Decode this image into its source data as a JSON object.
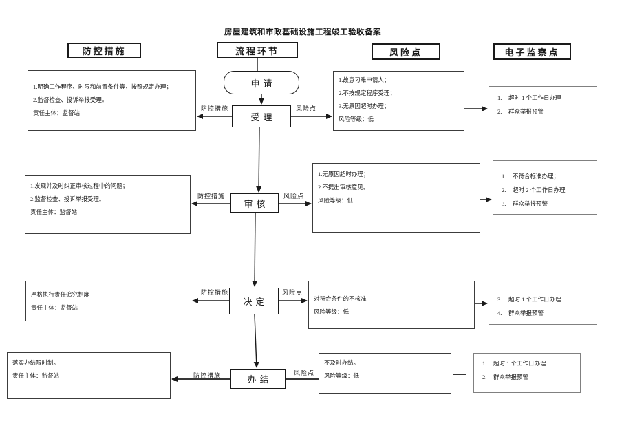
{
  "title": "房屋建筑和市政基础设施工程竣工验收备案",
  "headers": {
    "control": "防控措施",
    "process": "流程环节",
    "risk": "风险点",
    "monitor": "电子监察点"
  },
  "arrow_labels": {
    "control": "防控措施",
    "risk": "风险点"
  },
  "flow_nodes": {
    "apply": "申请",
    "accept": "受理",
    "review": "审核",
    "decide": "决定",
    "close": "办结"
  },
  "control_boxes": [
    {
      "lines": [
        "1.明确工作程序、时限和前置条件等，按照规定办理；",
        "2.监督检查、投诉举报受理。",
        "责任主体：监督站"
      ]
    },
    {
      "lines": [
        "1.发现并及时纠正审核过程中的问题；",
        "2.监督检查、投诉举报受理。",
        "责任主体：监督站"
      ]
    },
    {
      "lines": [
        "严格执行责任追究制度",
        "责任主体：监督站"
      ]
    },
    {
      "lines": [
        "落实办结限时制。",
        "责任主体：监督站"
      ]
    }
  ],
  "risk_boxes": [
    {
      "lines": [
        "1.故意刁难申请人；",
        "2.不按规定程序受理；",
        "3.无原因超时办理；",
        "风险等级：低"
      ]
    },
    {
      "lines": [
        "1.无原因超时办理；",
        "2.不提出审核意见。",
        "风险等级：低"
      ]
    },
    {
      "lines": [
        "对符合条件的不核准",
        "风险等级：低"
      ]
    },
    {
      "lines": [
        "不及时办结。",
        "风险等级：低"
      ]
    }
  ],
  "monitor_boxes": [
    {
      "items": [
        {
          "n": "1.",
          "t": "超时 1 个工作日办理"
        },
        {
          "n": "2.",
          "t": "群众举报预警"
        }
      ]
    },
    {
      "items": [
        {
          "n": "1.",
          "t": "不符合标准办理；"
        },
        {
          "n": "2.",
          "t": "超时 2 个工作日办理"
        },
        {
          "n": "3.",
          "t": "群众举报预警"
        }
      ]
    },
    {
      "items": [
        {
          "n": "3.",
          "t": "超时 1 个工作日办理"
        },
        {
          "n": "4.",
          "t": "群众举报预警"
        }
      ]
    },
    {
      "items": [
        {
          "n": "1.",
          "t": "超时 1 个工作日办理"
        },
        {
          "n": "2.",
          "t": "群众举报预警"
        }
      ]
    }
  ],
  "colors": {
    "line": "#1a1a1a",
    "border_light": "#808080",
    "background": "#ffffff",
    "text": "#1a1a1a"
  }
}
